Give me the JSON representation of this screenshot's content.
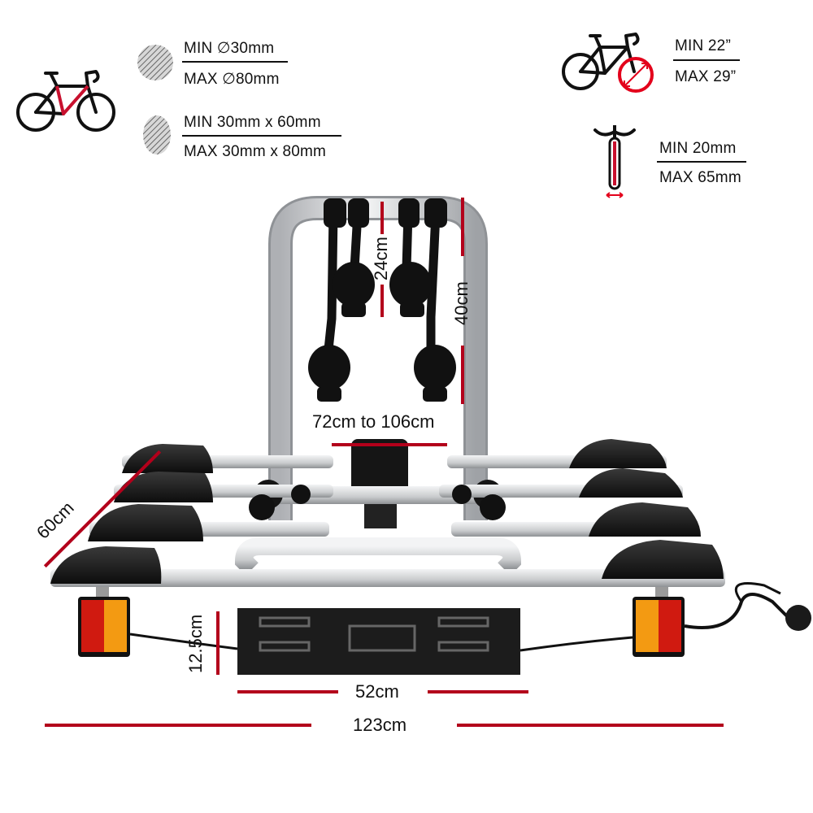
{
  "specs": {
    "round_tube": {
      "min": "MIN ∅30mm",
      "max": "MAX ∅80mm"
    },
    "oval_tube": {
      "min": "MIN  30mm x 60mm",
      "max": "MAX 30mm x 80mm"
    },
    "wheel_size": {
      "min": "MIN 22”",
      "max": "MAX 29”"
    },
    "tyre_width": {
      "min": "MIN  20mm",
      "max": "MAX 65mm"
    }
  },
  "dimensions": {
    "arm_height": "24cm",
    "frame_height": "40cm",
    "frame_width": "72cm to 106cm",
    "depth": "60cm",
    "plate_height": "12.5cm",
    "plate_width": "52cm",
    "total_width": "123cm"
  },
  "colors": {
    "accent": "#b3001b",
    "rack_silver": "#d9dadc",
    "tray_black": "#1a1a1a",
    "lamp_red": "#d01a10",
    "lamp_amber": "#f39a12"
  }
}
